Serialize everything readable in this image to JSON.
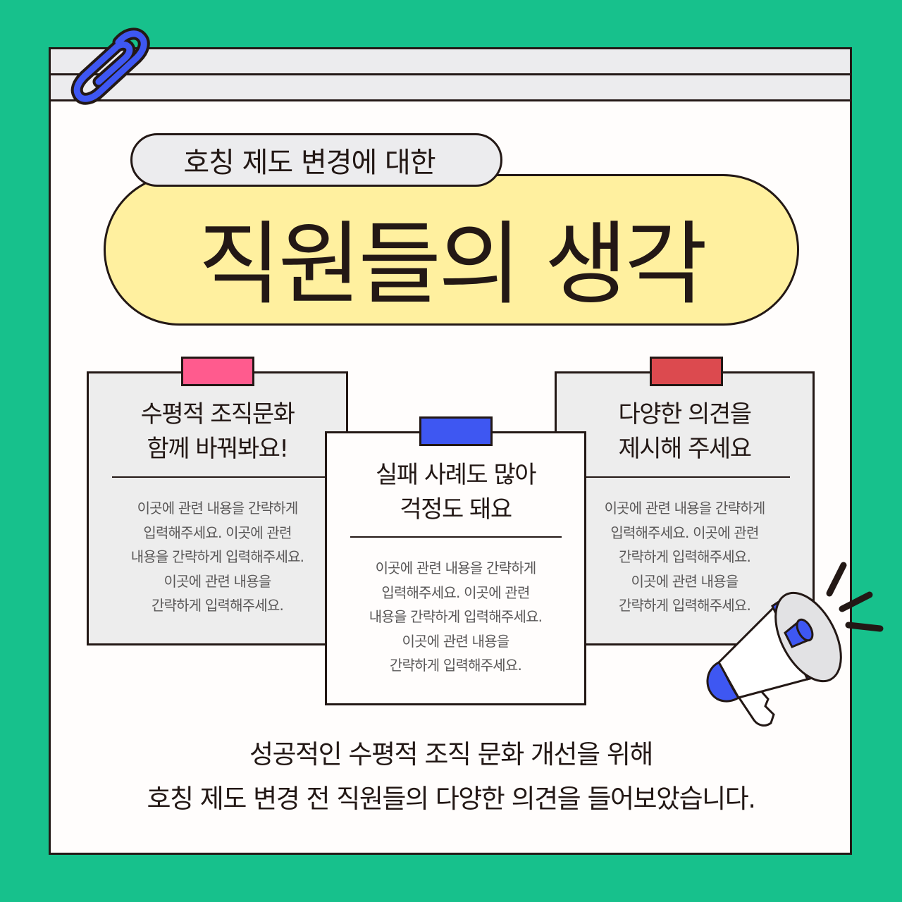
{
  "header": {
    "subtitle": "호칭 제도 변경에 대한",
    "title": "직원들의 생각"
  },
  "cards": [
    {
      "tab_color": "#ff5b8e",
      "title_line1": "수평적 조직문화",
      "title_line2": "함께 바꿔봐요!",
      "body": [
        "이곳에 관련 내용을 간략하게",
        "입력해주세요. 이곳에 관련",
        "내용을 간략하게 입력해주세요.",
        "이곳에 관련 내용을",
        "간략하게 입력해주세요."
      ]
    },
    {
      "tab_color": "#3e57f2",
      "title_line1": "실패 사례도 많아",
      "title_line2": "걱정도 돼요",
      "body": [
        "이곳에 관련 내용을 간략하게",
        "입력해주세요. 이곳에 관련",
        "내용을 간략하게 입력해주세요.",
        "이곳에 관련 내용을",
        "간략하게 입력해주세요."
      ]
    },
    {
      "tab_color": "#dc4a4f",
      "title_line1": "다양한 의견을",
      "title_line2": "제시해 주세요",
      "body": [
        "이곳에 관련 내용을 간략하게",
        "입력해주세요. 이곳에 관련",
        "간략하게 입력해주세요.",
        "이곳에 관련 내용을",
        "간략하게 입력해주세요."
      ]
    }
  ],
  "footer": {
    "line1": "성공적인 수평적 조직 문화 개선을 위해",
    "line2": "호칭 제도 변경 전 직원들의 다양한 의견을 들어보았습니다."
  },
  "colors": {
    "background": "#17c18c",
    "paper": "#fffdfc",
    "title_pill": "#fff09f",
    "accent_blue": "#3e57f2",
    "outline": "#231815"
  },
  "icons": [
    "paperclip-icon",
    "megaphone-icon"
  ]
}
